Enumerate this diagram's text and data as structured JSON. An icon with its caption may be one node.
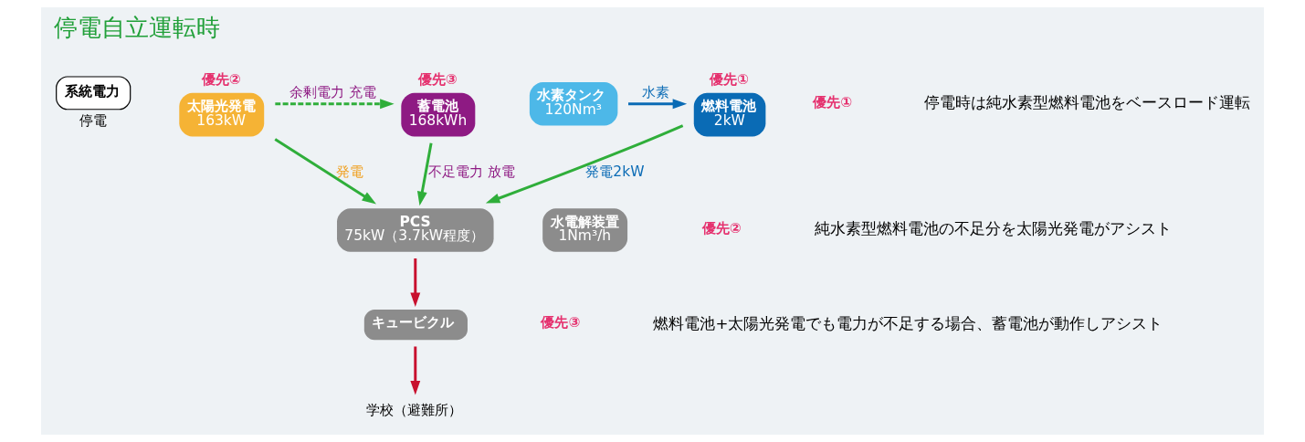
{
  "diagram": {
    "title": "停電自立運転時",
    "nodes": [
      {
        "text": [
          "系統電力"
        ],
        "beside": [
          "停電"
        ]
      },
      {
        "text": [
          "優先②",
          "太陽光発電",
          "163kW"
        ]
      },
      {
        "text": [
          "優先③",
          "蓄電池",
          "168kWh"
        ]
      },
      {
        "text": [
          "優先①",
          "燃料電池",
          "2kW"
        ]
      },
      {
        "text": [
          "水素タンク",
          "120Nm³"
        ]
      },
      {
        "text": [
          "PCS",
          "75kW（3.7kW程度）"
        ]
      },
      {
        "text": [
          "水電解装置",
          "1Nm³/h"
        ]
      },
      {
        "text": [
          "キュービクル"
        ]
      },
      {
        "text": [
          "学校（避難所）"
        ]
      }
    ],
    "edges": [
      {
        "from": 4,
        "to": 3,
        "arrow": "to",
        "label": "水素",
        "color": "#0a6bb5"
      },
      {
        "from": 1,
        "to": 5,
        "arrow": "to",
        "label": "発電"
      },
      {
        "from": 1,
        "to": 2,
        "arrow": "to",
        "label": "余剰電力 充電",
        "style": "dashed"
      },
      {
        "from": 2,
        "to": 5,
        "arrow": "to",
        "label": "不足電力 放電"
      },
      {
        "from": 3,
        "to": 5,
        "arrow": "to",
        "label": "発電2kW"
      },
      {
        "from": 5,
        "to": 7,
        "arrow": "to",
        "color": "#c8102e"
      },
      {
        "from": 7,
        "to": 8,
        "arrow": "to",
        "color": "#c8102e"
      }
    ],
    "labels": [
      "優先①",
      "停電時は純水素型燃料電池をベースロード運転",
      "優先②",
      "純水素型燃料電池の不足分を太陽光発電がアシスト",
      "優先③",
      "燃料電池+太陽光発電でも電力が不足する場合、蓄電池が動作しアシスト"
    ]
  }
}
